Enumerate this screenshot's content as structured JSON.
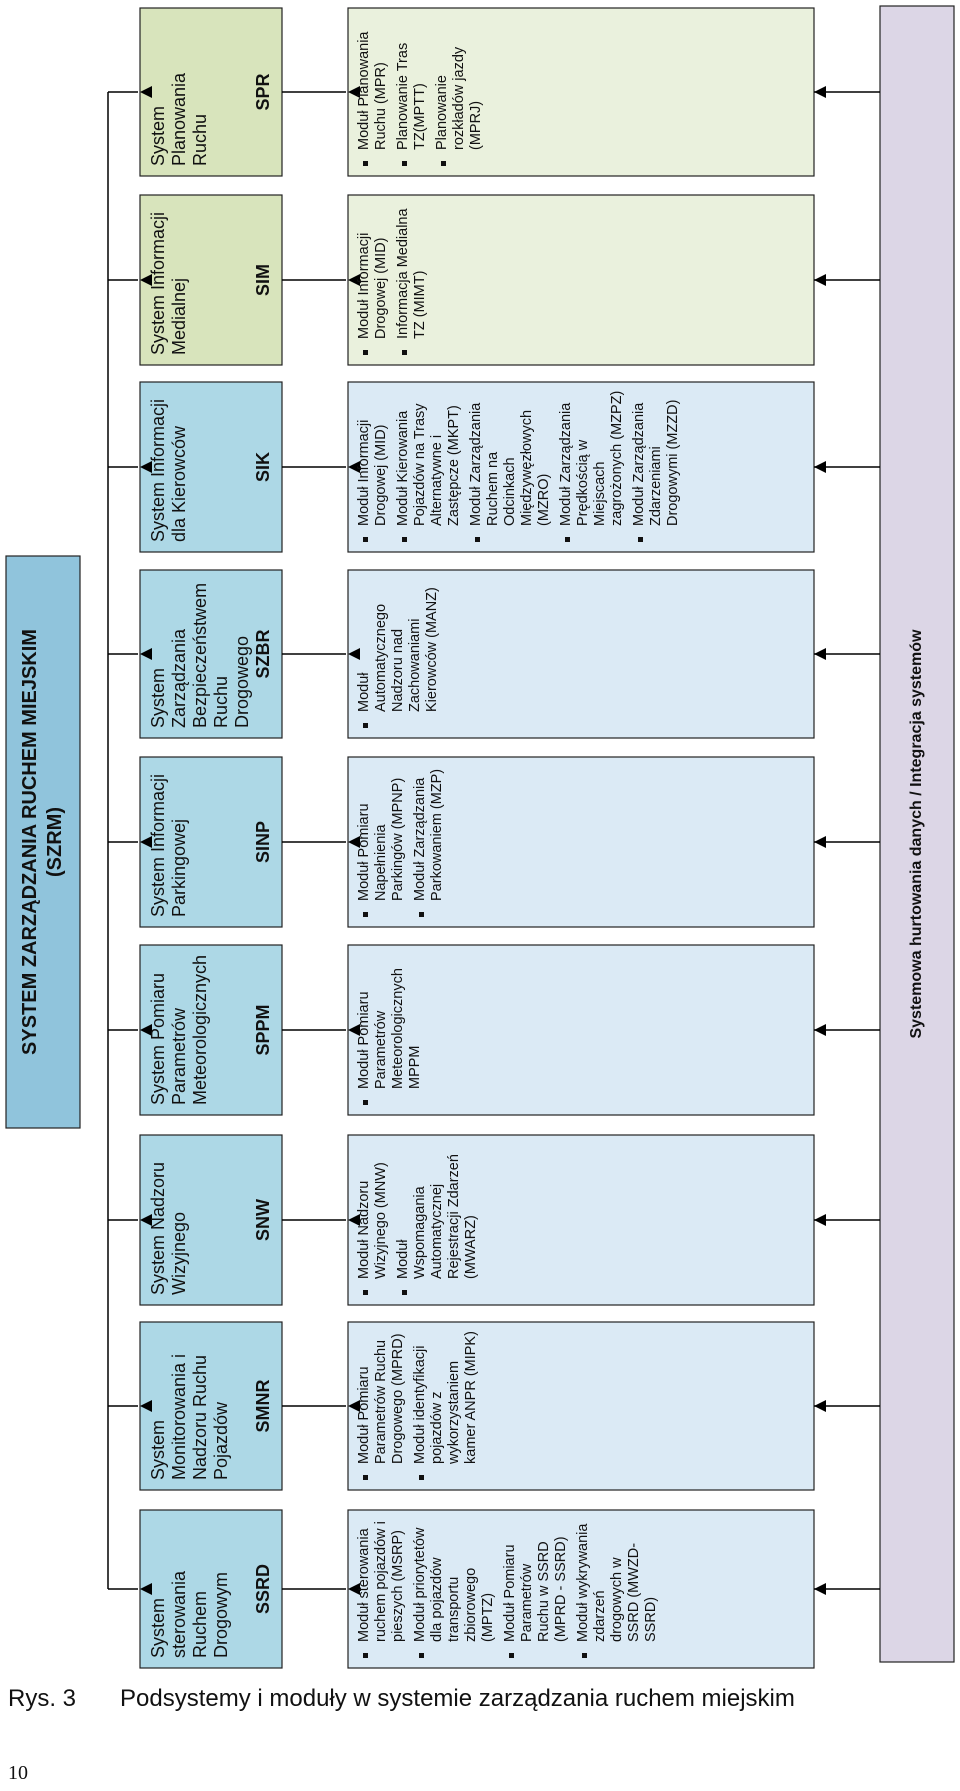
{
  "title": {
    "line1": "SYSTEM ZARZĄDZANIA RUCHEM MIEJSKIM",
    "line2": "(SZRM)"
  },
  "bus_label": "Systemowa hurtowania danych / Integracja systemów",
  "colors": {
    "blue_box": "#add8e6",
    "light_box": "#dbeaf5",
    "green_box": "#d8e4bc",
    "green_light_box": "#eaf1dd",
    "title_box": "#90c4dc",
    "bus_box": "#dcd6e6",
    "line": "#000000"
  },
  "systems": [
    {
      "name": "System sterowania Ruchem Drogowym",
      "abbr": "SSRD",
      "tone": "blue",
      "modules": [
        "Moduł sterowania ruchem pojazdów i pieszych (MSRP)",
        "Moduł priorytetów dla pojazdów transportu zbiorowego (MPTZ)",
        "Moduł Pomiaru Parametrów Ruchu w SSRD (MPRD - SSRD)",
        "Moduł wykrywania zdarzeń drogowych w SSRD (MWZD-SSRD)"
      ]
    },
    {
      "name": "System Monitorowania i Nadzoru Ruchu Pojazdów",
      "abbr": "SMNR",
      "tone": "blue",
      "modules": [
        "Moduł Pomiaru Parametrów Ruchu Drogowego (MPRD)",
        "Moduł identyfikacji pojazdów z wykorzystaniem kamer ANPR (MIPK)"
      ]
    },
    {
      "name": "System Nadzoru Wizyjnego",
      "abbr": "SNW",
      "tone": "blue",
      "modules": [
        "Moduł Nadzoru Wizyjnego (MNW)",
        "Moduł Wspomagania Automatycznej Rejestracji Zdarzeń (MWARZ)"
      ]
    },
    {
      "name": "System Pomiaru Parametrów Meteorologicznych",
      "abbr": "SPPM",
      "tone": "blue",
      "modules": [
        "Moduł Pomiaru Parametrów Meteorologicznych MPPM"
      ]
    },
    {
      "name": "System Informacji Parkingowej",
      "abbr": "SINP",
      "tone": "blue",
      "modules": [
        "Moduł Pomiaru Napełnienia Parkingów (MPNP)",
        "Moduł Zarządzania Parkowaniem (MZP)"
      ]
    },
    {
      "name": "System Zarządzania Bezpieczeństwem Ruchu Drogowego",
      "abbr": "SZBR",
      "tone": "blue",
      "modules": [
        "Moduł Automatycznego Nadzoru nad Zachowaniami Kierowców (MANZ)"
      ]
    },
    {
      "name": "System Informacji dla Kierowców",
      "abbr": "SIK",
      "tone": "blue",
      "modules": [
        "Moduł Informacji Drogowej (MID)",
        "Moduł Kierowania Pojazdów na Trasy Alternatywne i Zastępcze (MKPT)",
        "Moduł Zarządzania Ruchem na Odcinkach Międzywęzłowych (MZRO)",
        "Moduł Zarządzania Prędkością w Miejscach zagrożonych (MZPZ)",
        "Moduł Zarządzania Zdarzeniami Drogowymi (MZZD)"
      ]
    },
    {
      "name": "System Informacji Medialnej",
      "abbr": "SIM",
      "tone": "green",
      "modules": [
        "Moduł Informacji Drogowej (MID)",
        "Informacja Medialna TZ (MIMT)"
      ]
    },
    {
      "name": "System Planowania Ruchu",
      "abbr": "SPR",
      "tone": "green",
      "modules": [
        "Moduł Planowania Ruchu (MPR)",
        "Planowanie Tras TZ(MPTT)",
        "Planowanie rozkładów jazdy (MPRJ)"
      ]
    }
  ],
  "caption": {
    "label": "Rys. 3",
    "text": "Podsystemy i moduły w systemie zarządzania ruchem miejskim"
  },
  "page_number": "10"
}
